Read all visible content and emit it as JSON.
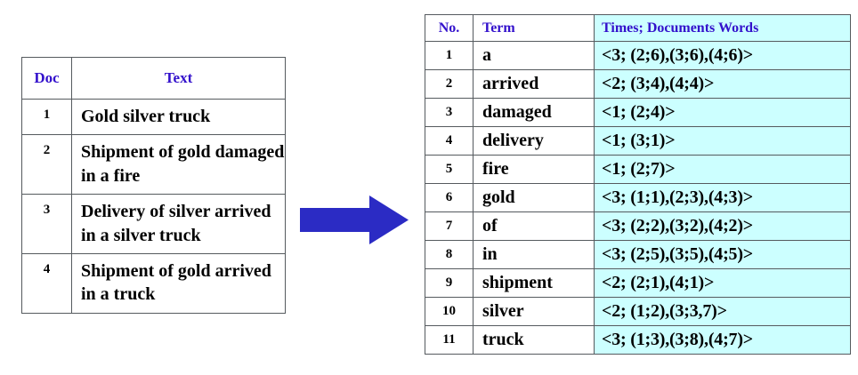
{
  "doc_table": {
    "headers": [
      "Doc",
      "Text"
    ],
    "rows": [
      {
        "doc": "1",
        "text": "Gold silver truck"
      },
      {
        "doc": "2",
        "text": "Shipment of gold damaged in a fire"
      },
      {
        "doc": "3",
        "text": "Delivery of silver arrived in a silver truck"
      },
      {
        "doc": "4",
        "text": "Shipment of gold arrived in a truck"
      }
    ]
  },
  "arrow": {
    "icon": "right-arrow-icon",
    "color": "#2b2bc4"
  },
  "index_table": {
    "headers": [
      "No.",
      "Term",
      "Times; Documents Words"
    ],
    "rows": [
      {
        "no": "1",
        "term": "a",
        "posting": "<3; (2;6),(3;6),(4;6)>"
      },
      {
        "no": "2",
        "term": "arrived",
        "posting": "<2; (3;4),(4;4)>"
      },
      {
        "no": "3",
        "term": "damaged",
        "posting": "<1; (2;4)>"
      },
      {
        "no": "4",
        "term": "delivery",
        "posting": "<1; (3;1)>"
      },
      {
        "no": "5",
        "term": "fire",
        "posting": "<1; (2;7)>"
      },
      {
        "no": "6",
        "term": "gold",
        "posting": "<3; (1;1),(2;3),(4;3)>"
      },
      {
        "no": "7",
        "term": "of",
        "posting": "<3; (2;2),(3;2),(4;2)>"
      },
      {
        "no": "8",
        "term": "in",
        "posting": "<3; (2;5),(3;5),(4;5)>"
      },
      {
        "no": "9",
        "term": "shipment",
        "posting": "<2; (2;1),(4;1)>"
      },
      {
        "no": "10",
        "term": "silver",
        "posting": "<2; (1;2),(3;3,7)>"
      },
      {
        "no": "11",
        "term": "truck",
        "posting": "<3; (1;3),(3;8),(4;7)>"
      }
    ]
  },
  "colors": {
    "header_text": "#3311cc",
    "posting_background": "#ccffff",
    "arrow": "#2b2bc4",
    "border": "#555a5e"
  }
}
